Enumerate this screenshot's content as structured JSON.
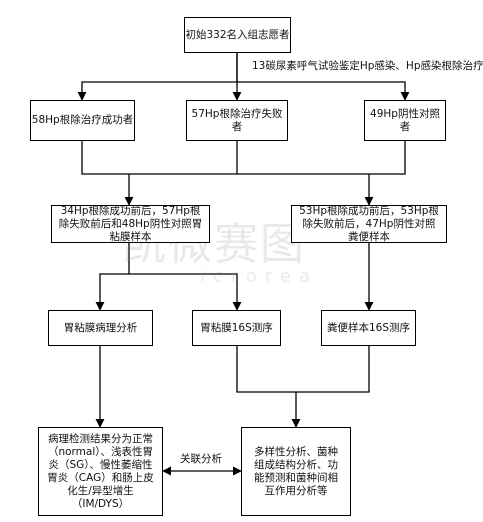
{
  "nodes": {
    "start": "初始332名入组志愿者",
    "success": "58Hp根除治疗成功者",
    "failure": "57Hp根除治疗失败者",
    "negative": "49Hp阴性对照者",
    "gastric_samples": "34Hp根除成功前后，57Hp根除失败前后和48Hp阴性对照胃粘膜样本",
    "fecal_samples": "53Hp根除成功前后，53Hp根除失败前后，47Hp阴性对照粪便样本",
    "pathology": "胃粘膜病理分析",
    "gastric_16s": "胃粘膜16S测序",
    "fecal_16s": "粪便样本16S测序",
    "pathology_result": "病理检测结果分为正常（normal）、浅表性胃炎（SG）、慢性萎缩性胃炎（CAG）和肠上皮化生/异型增生（IM/DYS）",
    "analysis_result": "多样性分析、菌种组成结构分析、功能预测和菌种间相互作用分析等"
  },
  "edge_labels": {
    "test": "13碳尿素呼气试验鉴定Hp感染、Hp感染根除治疗",
    "association": "关联分析"
  },
  "watermark": {
    "main": "凯微赛图",
    "sub": "icrorea"
  }
}
